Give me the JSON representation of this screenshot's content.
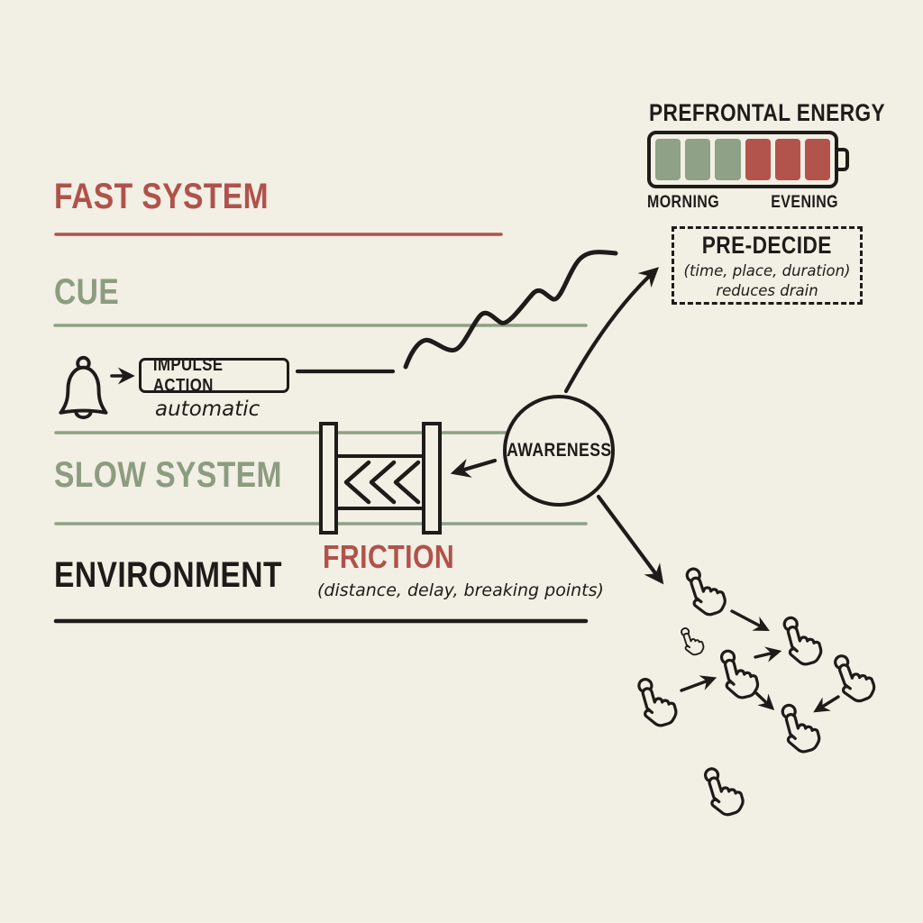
{
  "colors": {
    "bg": "#f2efe4",
    "ink": "#1e1c19",
    "red": "#b0524b",
    "green": "#8c9c80",
    "line_green": "#8fa085",
    "battery_green": "#8fa186",
    "battery_red": "#b3544c"
  },
  "energy": {
    "title": "PREFRONTAL ENERGY",
    "morning": "MORNING",
    "evening": "EVENING",
    "segment_colors": [
      "#8fa186",
      "#8fa186",
      "#8fa186",
      "#b3544c",
      "#b3544c",
      "#b3544c"
    ]
  },
  "pre_decide": {
    "title": "PRE-DECIDE",
    "line2": "(time, place, duration)",
    "line3": "reduces drain"
  },
  "bands": {
    "fast": "FAST SYSTEM",
    "cue": "CUE",
    "slow": "SLOW SYSTEM",
    "environment": "ENVIRONMENT"
  },
  "impulse": {
    "label": "IMPULSE ACTION",
    "caption": "automatic"
  },
  "awareness": {
    "label": "AWARENESS"
  },
  "friction": {
    "title": "FRICTION",
    "subtitle": "(distance, delay, breaking points)"
  }
}
